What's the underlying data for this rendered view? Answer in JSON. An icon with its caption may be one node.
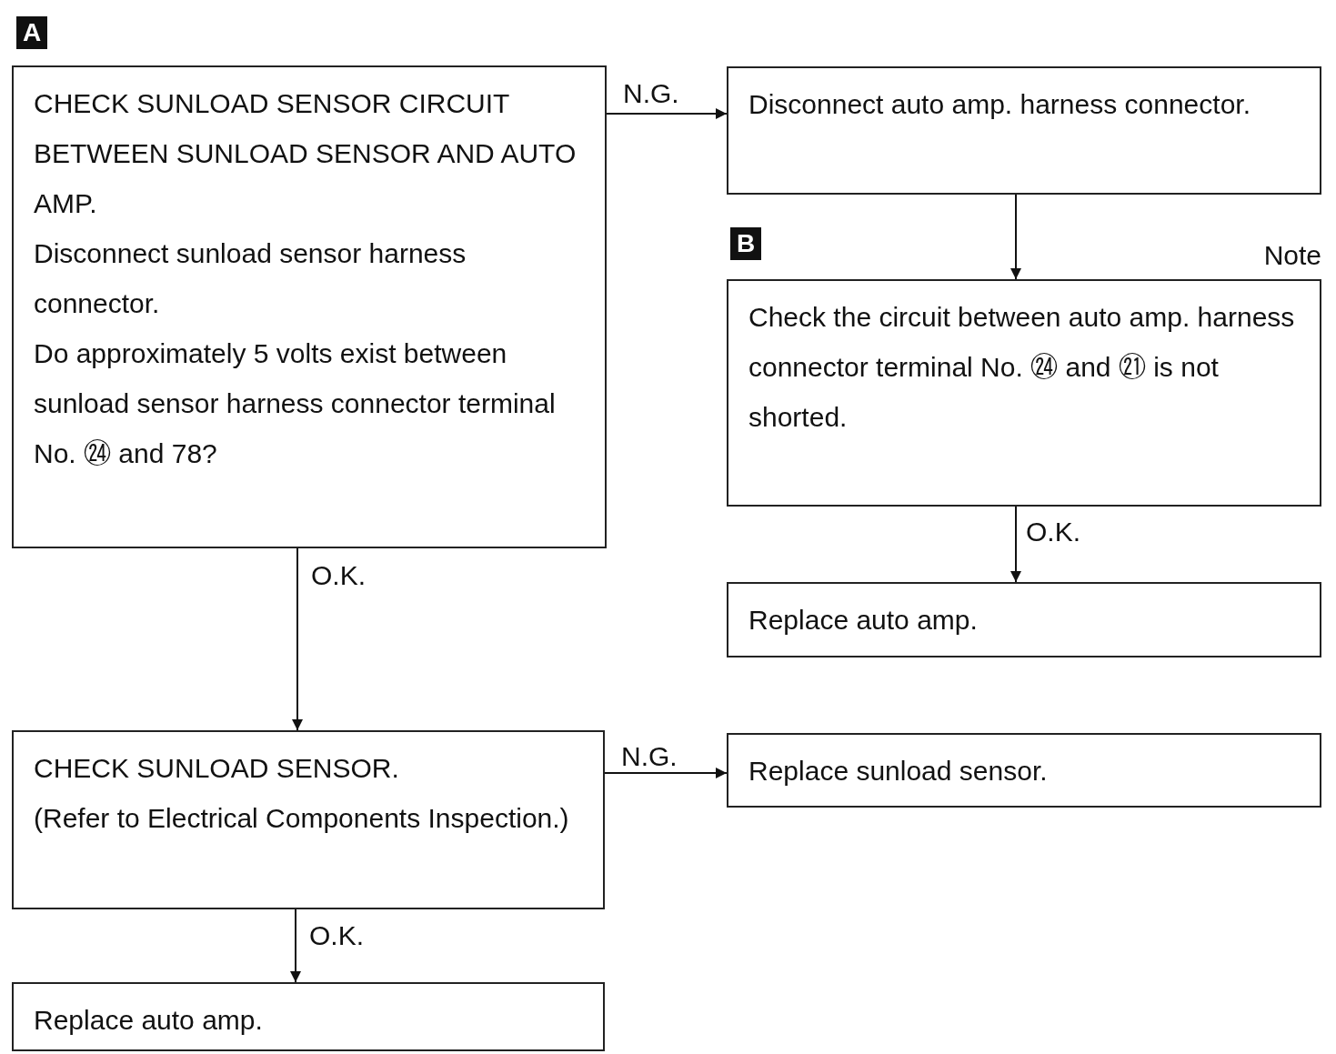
{
  "diagram": {
    "nodes": [
      {
        "text": [
          "CHECK SUNLOAD SENSOR CIRCUIT BETWEEN SUNLOAD SENSOR AND AUTO AMP.",
          "Disconnect sunload sensor harness connector.",
          "Do approximately 5 volts exist between sunload sensor harness connector terminal No. ㉔ and 78?"
        ]
      },
      {
        "text": [
          "Disconnect auto amp. harness connector."
        ]
      },
      {
        "text": [
          "Check the circuit between auto amp. harness connector terminal No. ㉔ and ㉑ is not shorted."
        ],
        "beside": [
          "Note"
        ]
      },
      {
        "text": [
          "Replace auto amp."
        ]
      },
      {
        "text": [
          "CHECK SUNLOAD SENSOR.",
          "(Refer to Electrical Components Inspection.)"
        ]
      },
      {
        "text": [
          "Replace sunload sensor."
        ]
      },
      {
        "text": [
          "Replace auto amp."
        ]
      }
    ],
    "edges": [
      {
        "from": 0,
        "to": 1,
        "arrow": "to",
        "label": "N.G."
      },
      {
        "from": 1,
        "to": 2,
        "arrow": "to"
      },
      {
        "from": 2,
        "to": 3,
        "arrow": "to",
        "label": "O.K."
      },
      {
        "from": 0,
        "to": 4,
        "arrow": "to",
        "label": "O.K."
      },
      {
        "from": 4,
        "to": 5,
        "arrow": "to",
        "label": "N.G."
      },
      {
        "from": 4,
        "to": 6,
        "arrow": "to",
        "label": "O.K."
      }
    ],
    "labels": [
      "A",
      "B"
    ]
  }
}
